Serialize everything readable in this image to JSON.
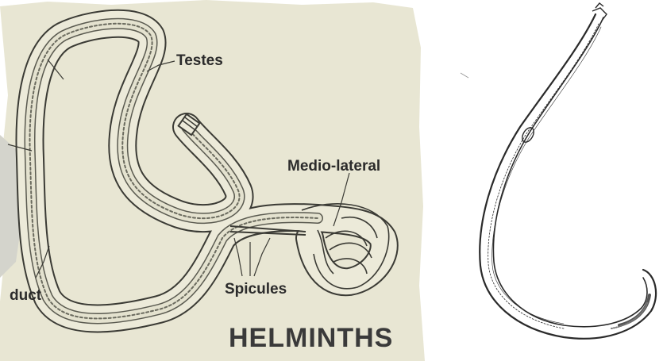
{
  "left_diagram": {
    "title": "HELMINTHS",
    "labels": {
      "testes": "Testes",
      "medio_lateral": "Medio-lateral",
      "spicules": "Spicules",
      "duct": "duct"
    },
    "colors": {
      "background": "#e8e6d3",
      "line": "#3b3b35",
      "title": "#3a3a3a"
    }
  },
  "right_drawing": {
    "colors": {
      "background": "#ffffff",
      "line": "#2a2a2a"
    }
  }
}
